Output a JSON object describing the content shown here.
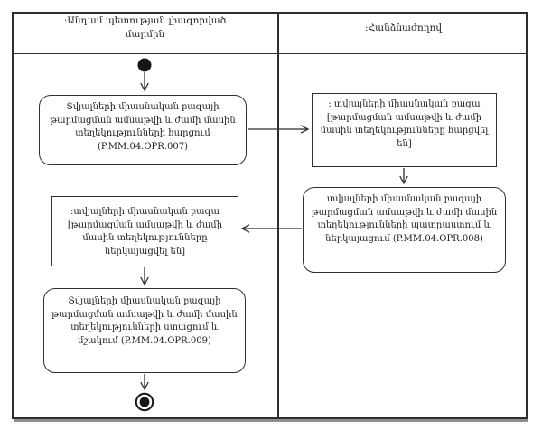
{
  "diagram": {
    "kind": "uml-activity-swimlane",
    "lanes": [
      {
        "id": "member-state",
        "title": ":Անդամ պետության լիազորված մարմին"
      },
      {
        "id": "commission",
        "title": ":Հանձնաժողով"
      }
    ],
    "nodes": [
      {
        "id": "l1",
        "lane": "member-state",
        "type": "action",
        "text": "Տվյալների միասնական բազայի թարմացման ամսաթվի և ժամի մասին տեղեկությունների հարցում (P.MM.04.OPR.007)"
      },
      {
        "id": "r1",
        "lane": "commission",
        "type": "object",
        "text": ": տվյալների միասնական բազա [թարմացման ամսաթվի և ժամի մասին տեղեկությունները հարցվել են]"
      },
      {
        "id": "r2",
        "lane": "commission",
        "type": "action",
        "text": "տվյալների միասնական բազայի թարմացման ամսաթվի և ժամի մասին տեղեկությունների պատրաստում և ներկայացում (P.MM.04.OPR.008)"
      },
      {
        "id": "l2",
        "lane": "member-state",
        "type": "object",
        "text": ":տվյալների միասնական բազա [թարմացման ամսաթվի և ժամի մասին տեղեկությունները ներկայացվել են]"
      },
      {
        "id": "l3",
        "lane": "member-state",
        "type": "action",
        "text": "Տվյալների միասնական բազայի թարմացման ամսաթվի և ժամի մասին տեղեկությունների ստացում և մշակում (P.MM.04.OPR.009)"
      }
    ],
    "edges": [
      {
        "from": "start",
        "to": "l1"
      },
      {
        "from": "l1",
        "to": "r1"
      },
      {
        "from": "r1",
        "to": "r2"
      },
      {
        "from": "r2",
        "to": "l2"
      },
      {
        "from": "l2",
        "to": "l3"
      },
      {
        "from": "l3",
        "to": "end"
      }
    ],
    "colors": {
      "line": "#2f2f2f",
      "text": "#1c1c1c",
      "background": "#ffffff"
    }
  }
}
